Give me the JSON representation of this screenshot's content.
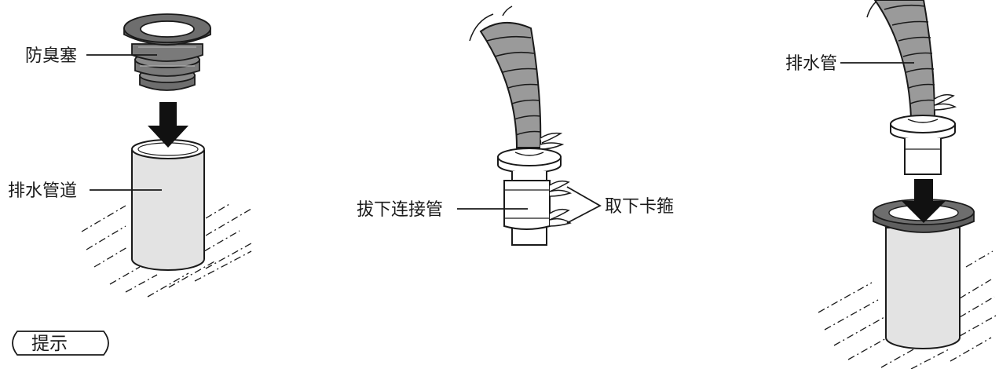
{
  "panels": [
    {
      "id": "install-plug",
      "labels": {
        "plug": "防臭塞",
        "drain_pipe": "排水管道"
      }
    },
    {
      "id": "remove-connector",
      "labels": {
        "connector": "拔下连接管",
        "clamp": "取下卡箍"
      }
    },
    {
      "id": "insert-hose",
      "labels": {
        "hose": "排水管"
      }
    }
  ],
  "tip": {
    "label": "提示"
  },
  "colors": {
    "line": "#1a1a1a",
    "hose_gray": "#9a9a9a",
    "pipe_gray": "#e3e3e3",
    "plug_dark": "#6e6e6e",
    "plug_light": "#a8a8a8"
  }
}
